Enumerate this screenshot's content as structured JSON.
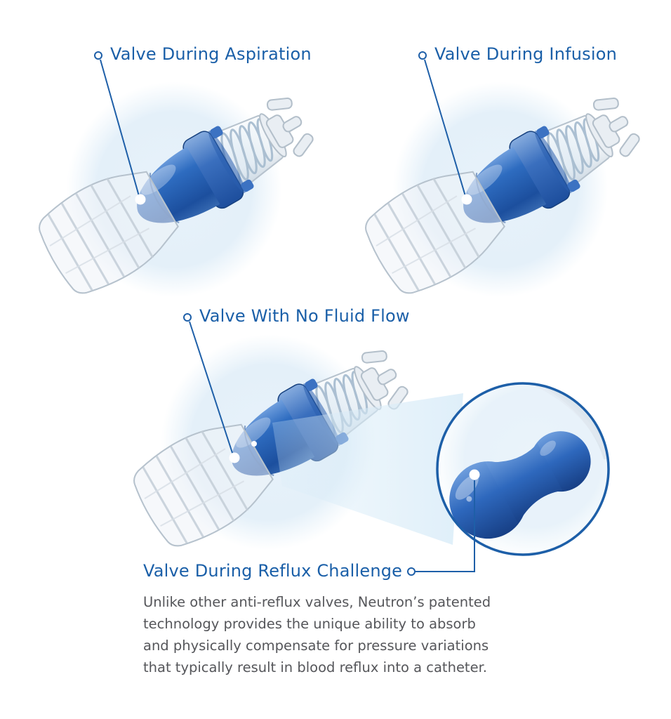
{
  "figure": {
    "title": "Neutron valve states diagram",
    "background": "#ffffff"
  },
  "labels": {
    "aspiration": {
      "text": "Valve During Aspiration"
    },
    "infusion": {
      "text": "Valve During Infusion"
    },
    "no_flow": {
      "text": "Valve With No Fluid Flow"
    },
    "reflux": {
      "text": "Valve During Reflux Challenge"
    }
  },
  "body": {
    "reflux_description_lines": [
      "Unlike other anti-reflux valves, Neutron’s patented",
      "technology provides the unique ability to absorb",
      "and physically compensate for pressure variations",
      "that typically result in blood reflux into a catheter."
    ]
  },
  "colors": {
    "heading_blue": "#1a5fa8",
    "leader_blue": "#1e5fa8",
    "body_gray": "#55565a",
    "valve_blue": "#2a64b4",
    "collar_blue": "#2f63b0",
    "glow_blue": "#e7f2fa",
    "housing_gray": "#b6c2cd",
    "magnifier_border": "#1d5fa8",
    "beam_blue": "#d9ecf8"
  },
  "icons": {
    "leader_ring": "leader-ring-icon",
    "leader_dot": "leader-dot-icon",
    "magnifier": "magnifier-circle-icon"
  }
}
